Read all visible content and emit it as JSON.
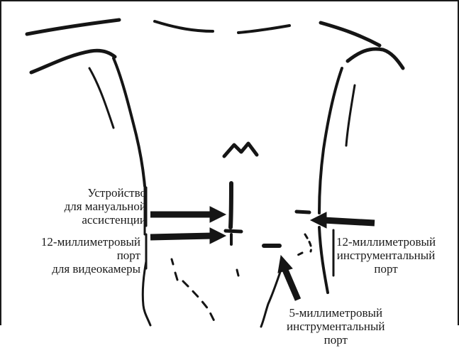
{
  "labels": {
    "hand_device": [
      "Устройство",
      "для мануальной",
      "ассистенции"
    ],
    "camera_port": [
      "12-миллиметровый",
      "порт",
      "для видеокамеры"
    ],
    "right_port": [
      "12-миллиметровый",
      "инструментальный",
      "порт"
    ],
    "port_5mm": [
      "5-миллиметровый",
      "инструментальный",
      "порт"
    ]
  }
}
